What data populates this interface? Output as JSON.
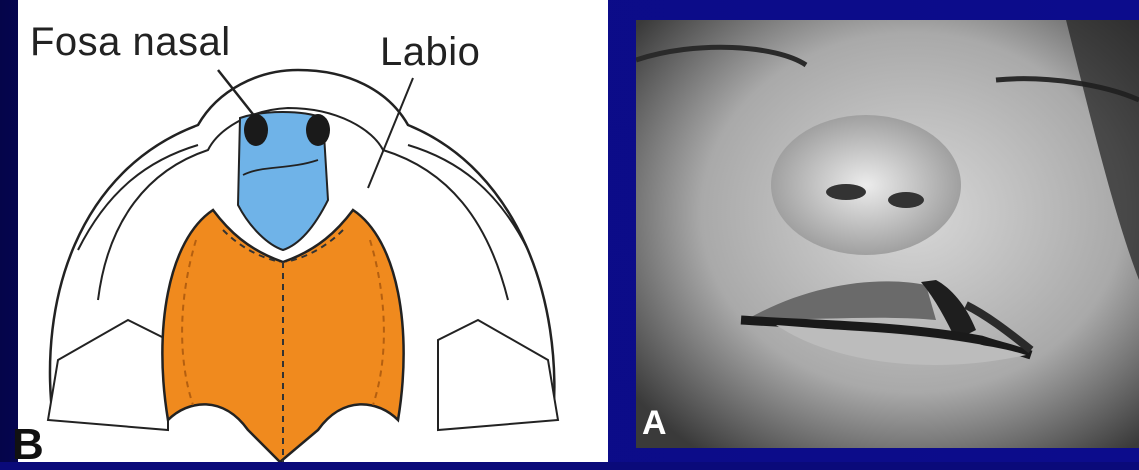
{
  "slide": {
    "background_color": "#0a0a7a"
  },
  "diagram": {
    "label_fosa": "Fosa nasal",
    "label_labio": "Labio",
    "panel_letter": "B",
    "colors": {
      "palate": "#f08a1e",
      "nasal_region": "#6fb3e8",
      "outline": "#222222"
    }
  },
  "photo": {
    "panel_letter": "A"
  }
}
